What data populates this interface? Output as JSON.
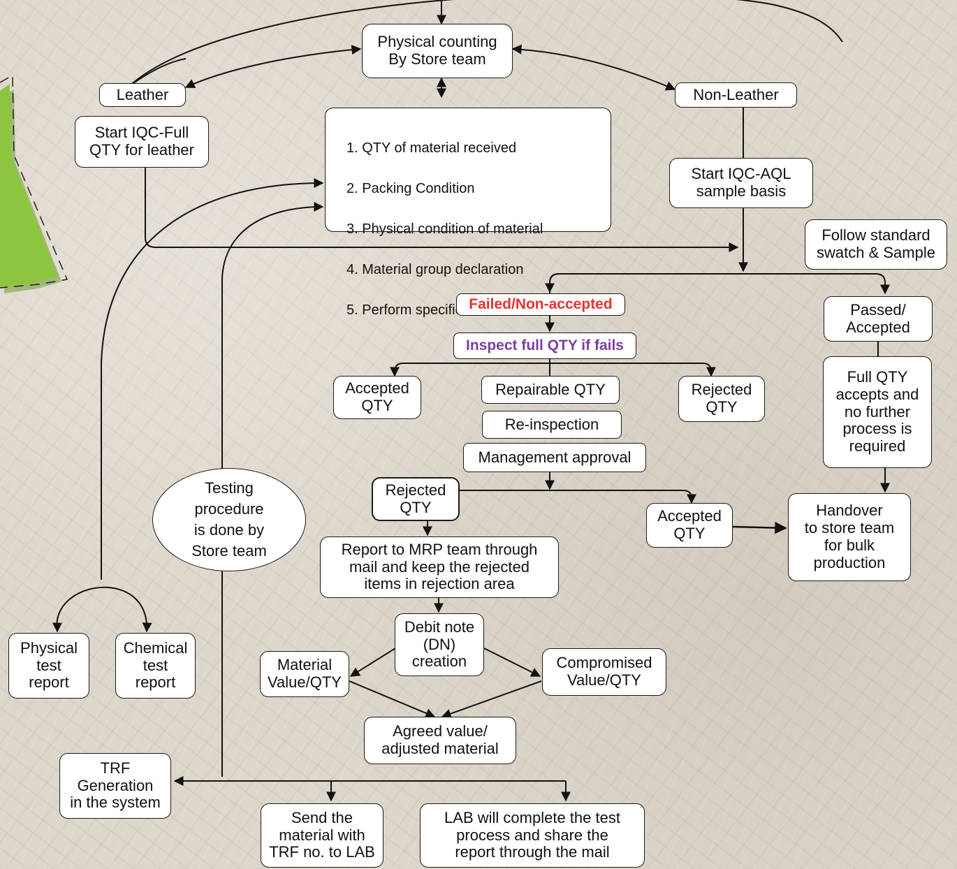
{
  "colors": {
    "failed_text": "#e8322f",
    "inspect_text": "#7b3fa3",
    "decoration_green": "#8cc63f"
  },
  "nodes": {
    "physical_counting": "Physical counting\nBy Store team",
    "leather": "Leather",
    "non_leather": "Non-Leather",
    "start_iqc_full": "Start IQC-Full\nQTY for leather",
    "checklist": [
      "QTY of material received",
      "Packing Condition",
      "Physical condition of material",
      "Material group declaration",
      "Perform specific in-house lab test"
    ],
    "start_iqc_aql": "Start IQC-AQL\nsample basis",
    "follow_standard": "Follow standard\nswatch & Sample",
    "failed": "Failed/Non-accepted",
    "passed": "Passed/\nAccepted",
    "inspect_full": "Inspect full QTY if fails",
    "accepted_qty_1": "Accepted\nQTY",
    "repairable_qty": "Repairable QTY",
    "rejected_qty_1": "Rejected\nQTY",
    "re_inspection": "Re-inspection",
    "management_approval": "Management approval",
    "full_qty_accepts": "Full QTY\naccepts and\nno further\nprocess is\nrequired",
    "rejected_qty_2": "Rejected\nQTY",
    "accepted_qty_2": "Accepted\nQTY",
    "handover": "Handover\nto store team\nfor bulk\nproduction",
    "testing_procedure": "Testing\nprocedure\nis done by\nStore team",
    "report_mrp": "Report to MRP team through\nmail and keep the rejected\nitems in rejection area",
    "debit_note": "Debit note\n(DN)\ncreation",
    "material_value": "Material\nValue/QTY",
    "compromised_value": "Compromised\nValue/QTY",
    "agreed_value": "Agreed value/\nadjusted material",
    "physical_test_report": "Physical\ntest\nreport",
    "chemical_test_report": "Chemical\ntest\nreport",
    "trf_generation": "TRF\nGeneration\nin the system",
    "send_material": "Send the\nmaterial with\nTRF no. to LAB",
    "lab_complete": "LAB will complete the test\nprocess and share the\nreport through the mail"
  }
}
